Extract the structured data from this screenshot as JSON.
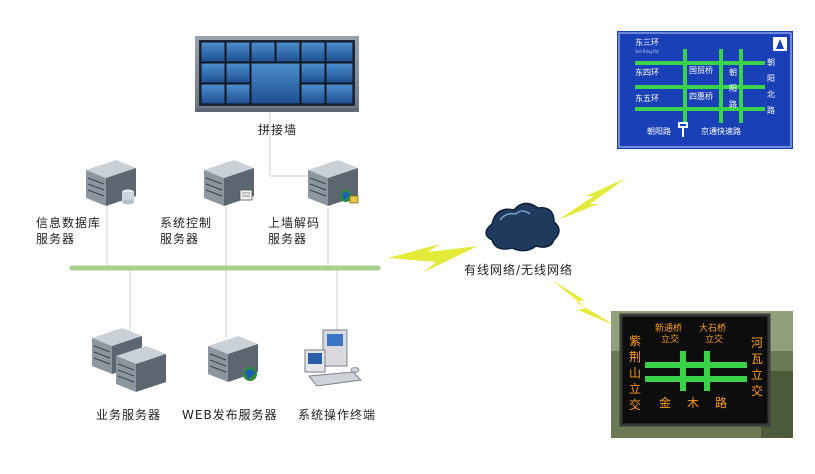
{
  "nodes": {
    "video_wall": {
      "label": "拼接墙"
    },
    "db_server": {
      "label_line1": "信息数据库",
      "label_line2": "服务器"
    },
    "control_server": {
      "label_line1": "系统控制",
      "label_line2": "服务器"
    },
    "decoder_server": {
      "label_line1": "上墙解码",
      "label_line2": "服务器"
    },
    "network": {
      "label": "有线网络/无线网络"
    },
    "business_server": {
      "label": "业务服务器"
    },
    "web_server": {
      "label": "WEB发布服务器"
    },
    "operator_terminal": {
      "label": "系统操作终端"
    }
  },
  "road_sign": {
    "rings": [
      "东三环",
      "东四环",
      "东五环"
    ],
    "ring_sub": "3rd Ring Rd",
    "bridges": [
      "国贸桥",
      "四惠桥"
    ],
    "vertical_road_left": [
      "朝",
      "阳",
      "路"
    ],
    "vertical_road_right": [
      "朝",
      "阳",
      "北",
      "路"
    ],
    "bottom_left": "朝阳路",
    "bottom_right": "京通快速路"
  },
  "led_sign": {
    "left": [
      "紫",
      "荆",
      "山",
      "立",
      "交"
    ],
    "top_left": [
      "新通桥",
      "立交"
    ],
    "top_right": [
      "大石桥",
      "立交"
    ],
    "right": [
      "河",
      "瓦",
      "立",
      "交"
    ],
    "bottom": [
      "金",
      "木",
      "路"
    ]
  },
  "colors": {
    "bus_line": "#a9cf8f",
    "lightning": "#e3ea3a",
    "sign_blue": "#1a40b8",
    "sign_green": "#39d24a"
  }
}
